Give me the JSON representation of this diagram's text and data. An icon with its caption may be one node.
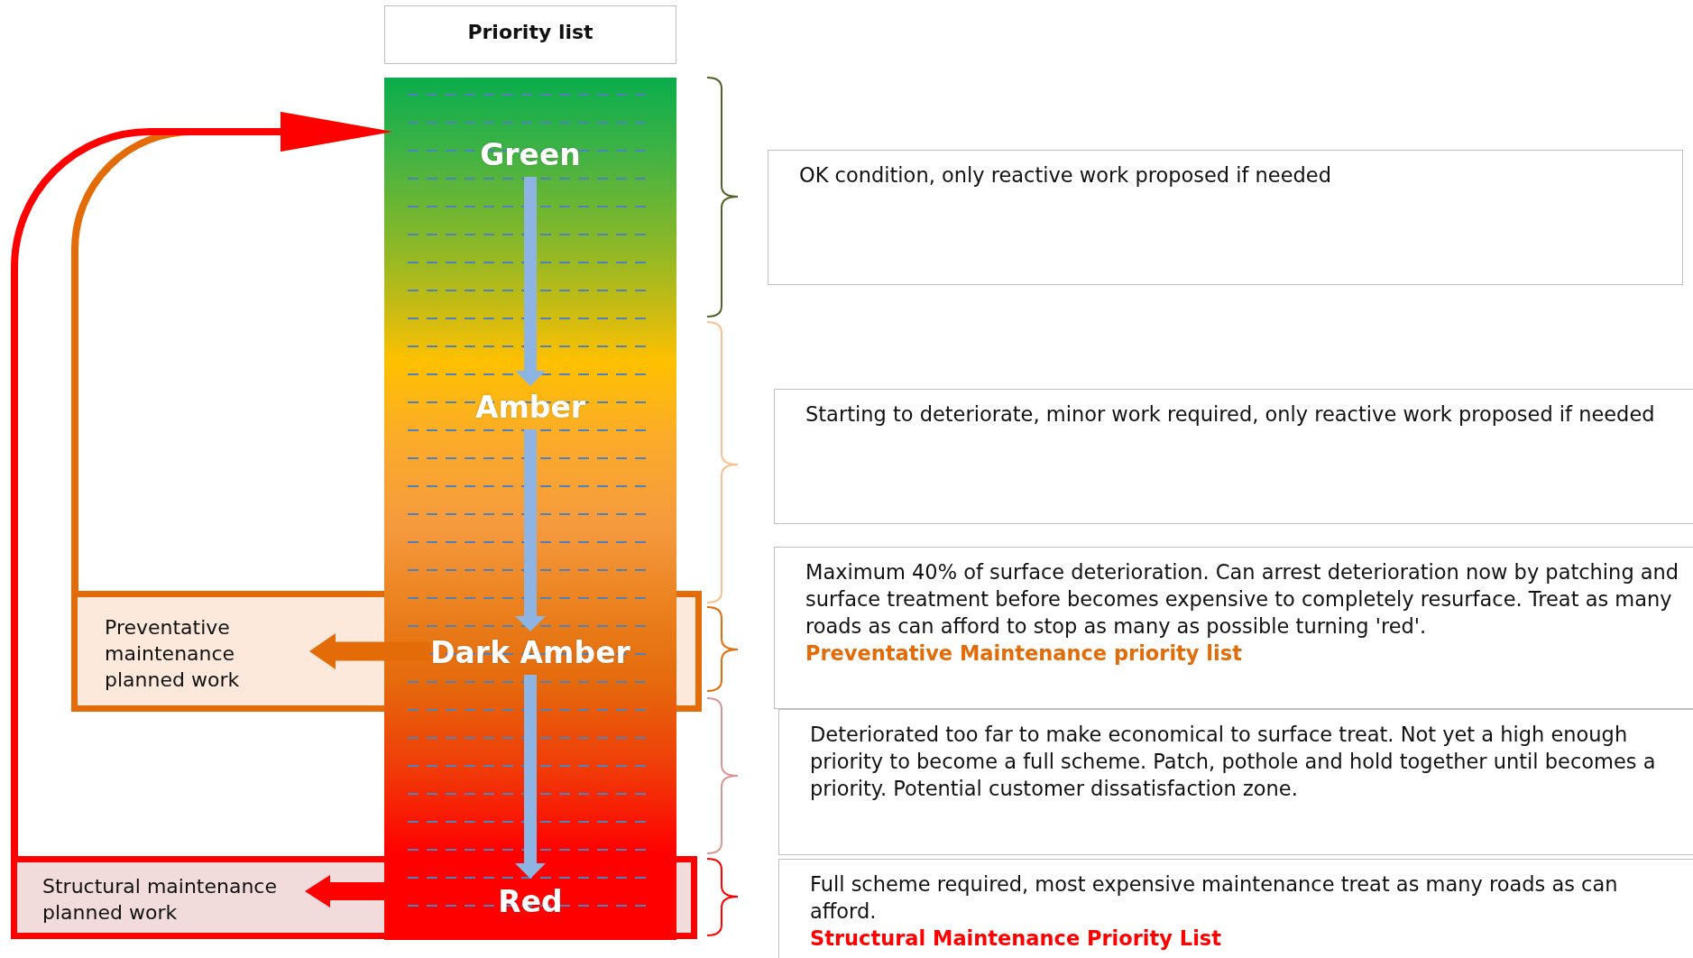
{
  "diagram": {
    "nodes": [
      {
        "text": [
          "Priority list"
        ]
      },
      {
        "text": [],
        "shape": "bar"
      },
      {
        "text": [
          "Green"
        ],
        "in": 1
      },
      {
        "text": [
          "Amber"
        ],
        "in": 1
      },
      {
        "text": [
          "Dark Amber"
        ],
        "in": 1
      },
      {
        "text": [
          "Red"
        ],
        "in": 1
      },
      {
        "text": [
          "Preventative maintenance planned work"
        ]
      },
      {
        "text": [
          "Structural maintenance planned work"
        ]
      },
      {
        "text": [
          "OK condition, only reactive work proposed if needed"
        ]
      },
      {
        "text": [
          "Starting to deteriorate, minor work required, only reactive work proposed if needed"
        ]
      },
      {
        "text": [
          "Maximum 40% of surface deterioration. Can arrest deterioration now by patching and surface treatment before becomes expensive to completely resurface. Treat as many roads as can afford to stop as many as possible turning 'red'.",
          "Preventative Maintenance priority list"
        ]
      },
      {
        "text": [
          "Deteriorated too far to make economical to surface treat. Not yet a high enough priority to become a full scheme. Patch, pothole and hold together until becomes a priority. Potential customer dissatisfaction zone."
        ]
      },
      {
        "text": [
          "Full scheme required, most expensive maintenance treat as many roads as can afford.",
          "Structural Maintenance Priority List"
        ]
      }
    ],
    "edges": [
      {
        "from": 2,
        "to": 3,
        "arrow": "to",
        "color": "#8eb4e3"
      },
      {
        "from": 3,
        "to": 4,
        "arrow": "to",
        "color": "#8eb4e3"
      },
      {
        "from": 4,
        "to": 5,
        "arrow": "to",
        "color": "#8eb4e3"
      },
      {
        "from": 4,
        "to": 6,
        "arrow": "to",
        "color": "#e36c09"
      },
      {
        "from": 5,
        "to": 7,
        "arrow": "to",
        "color": "#ff0000"
      },
      {
        "from": 7,
        "to": 1,
        "arrow": "to",
        "color": "#ff0000"
      },
      {
        "from": 6,
        "to": 1,
        "arrow": "to",
        "color": "#e36c09"
      }
    ]
  }
}
